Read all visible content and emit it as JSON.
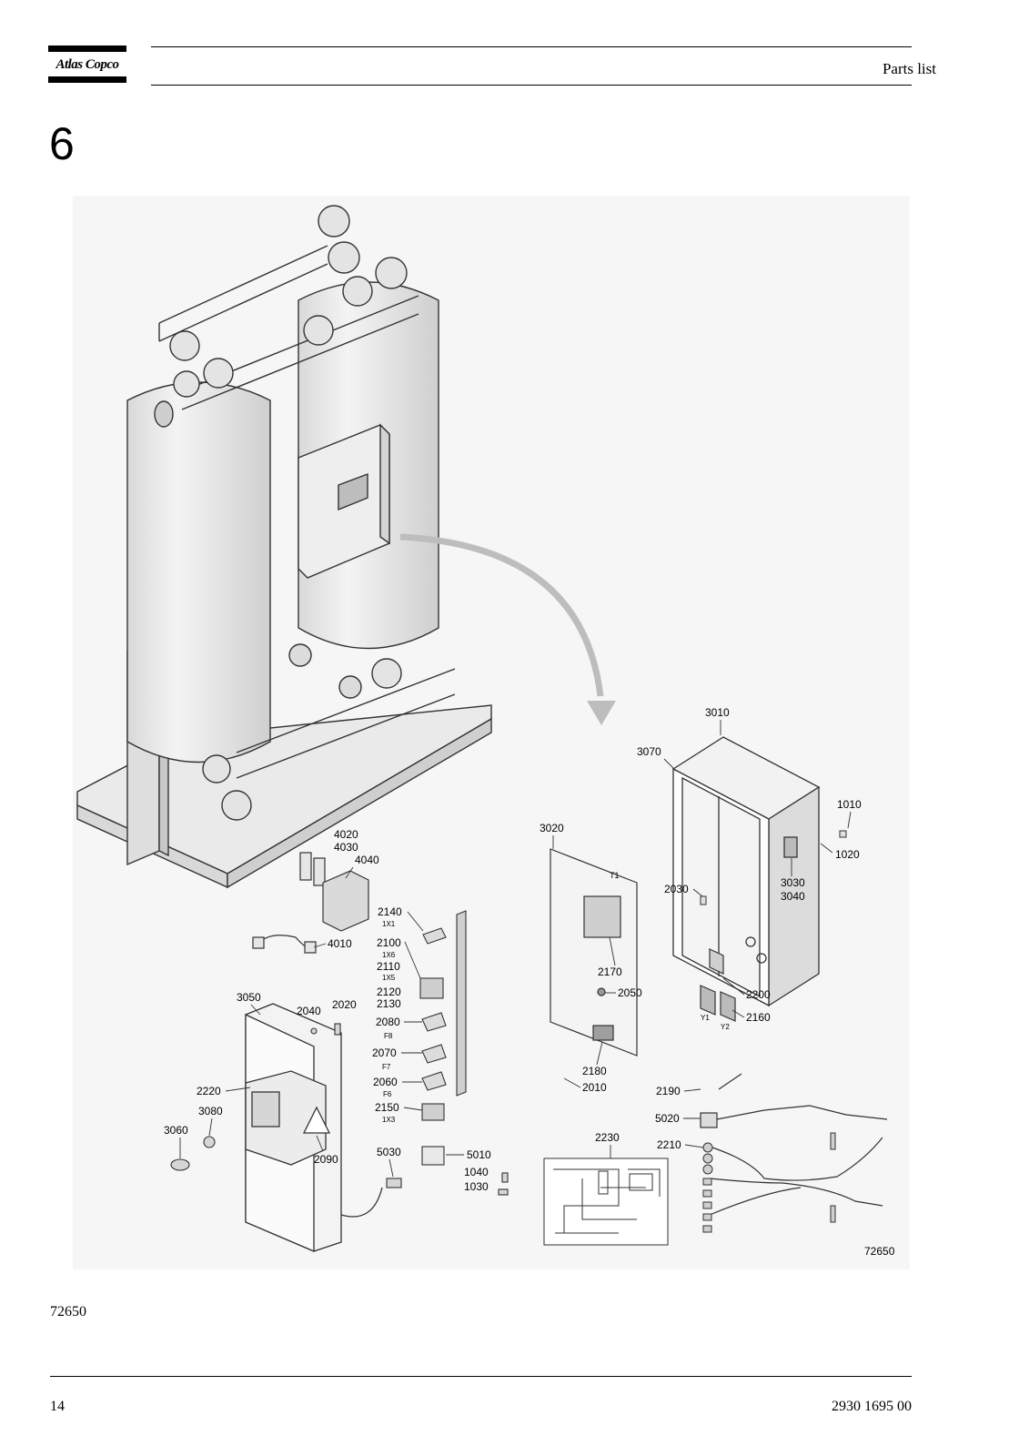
{
  "header": {
    "brand": "Atlas Copco",
    "title": "Parts list"
  },
  "chapter_number": "6",
  "drawing": {
    "drawing_number": "72650",
    "callouts": [
      {
        "label": "3010"
      },
      {
        "label": "3070"
      },
      {
        "label": "1010"
      },
      {
        "label": "1020"
      },
      {
        "label": "3030"
      },
      {
        "label": "3040"
      },
      {
        "label": "3020"
      },
      {
        "label": "2030"
      },
      {
        "label": "T1"
      },
      {
        "label": "2170"
      },
      {
        "label": "2050"
      },
      {
        "label": "2200"
      },
      {
        "label": "2160"
      },
      {
        "label": "Y1"
      },
      {
        "label": "Y2"
      },
      {
        "label": "2180"
      },
      {
        "label": "2010"
      },
      {
        "label": "4020"
      },
      {
        "label": "4030"
      },
      {
        "label": "4040"
      },
      {
        "label": "4010"
      },
      {
        "label": "2140"
      },
      {
        "label": "1X1"
      },
      {
        "label": "2100"
      },
      {
        "label": "1X6"
      },
      {
        "label": "2110"
      },
      {
        "label": "1X5"
      },
      {
        "label": "2120"
      },
      {
        "label": "2130"
      },
      {
        "label": "2080"
      },
      {
        "label": "F8"
      },
      {
        "label": "2070"
      },
      {
        "label": "F7"
      },
      {
        "label": "2060"
      },
      {
        "label": "F6"
      },
      {
        "label": "2150"
      },
      {
        "label": "1X3"
      },
      {
        "label": "3050"
      },
      {
        "label": "2040"
      },
      {
        "label": "2020"
      },
      {
        "label": "2220"
      },
      {
        "label": "3080"
      },
      {
        "label": "3060"
      },
      {
        "label": "2090"
      },
      {
        "label": "5030"
      },
      {
        "label": "5010"
      },
      {
        "label": "1040"
      },
      {
        "label": "1030"
      },
      {
        "label": "2230"
      },
      {
        "label": "2190"
      },
      {
        "label": "5020"
      },
      {
        "label": "2210"
      }
    ]
  },
  "footer": {
    "figure_ref": "72650",
    "page_number": "14",
    "document_number": "2930 1695 00"
  }
}
